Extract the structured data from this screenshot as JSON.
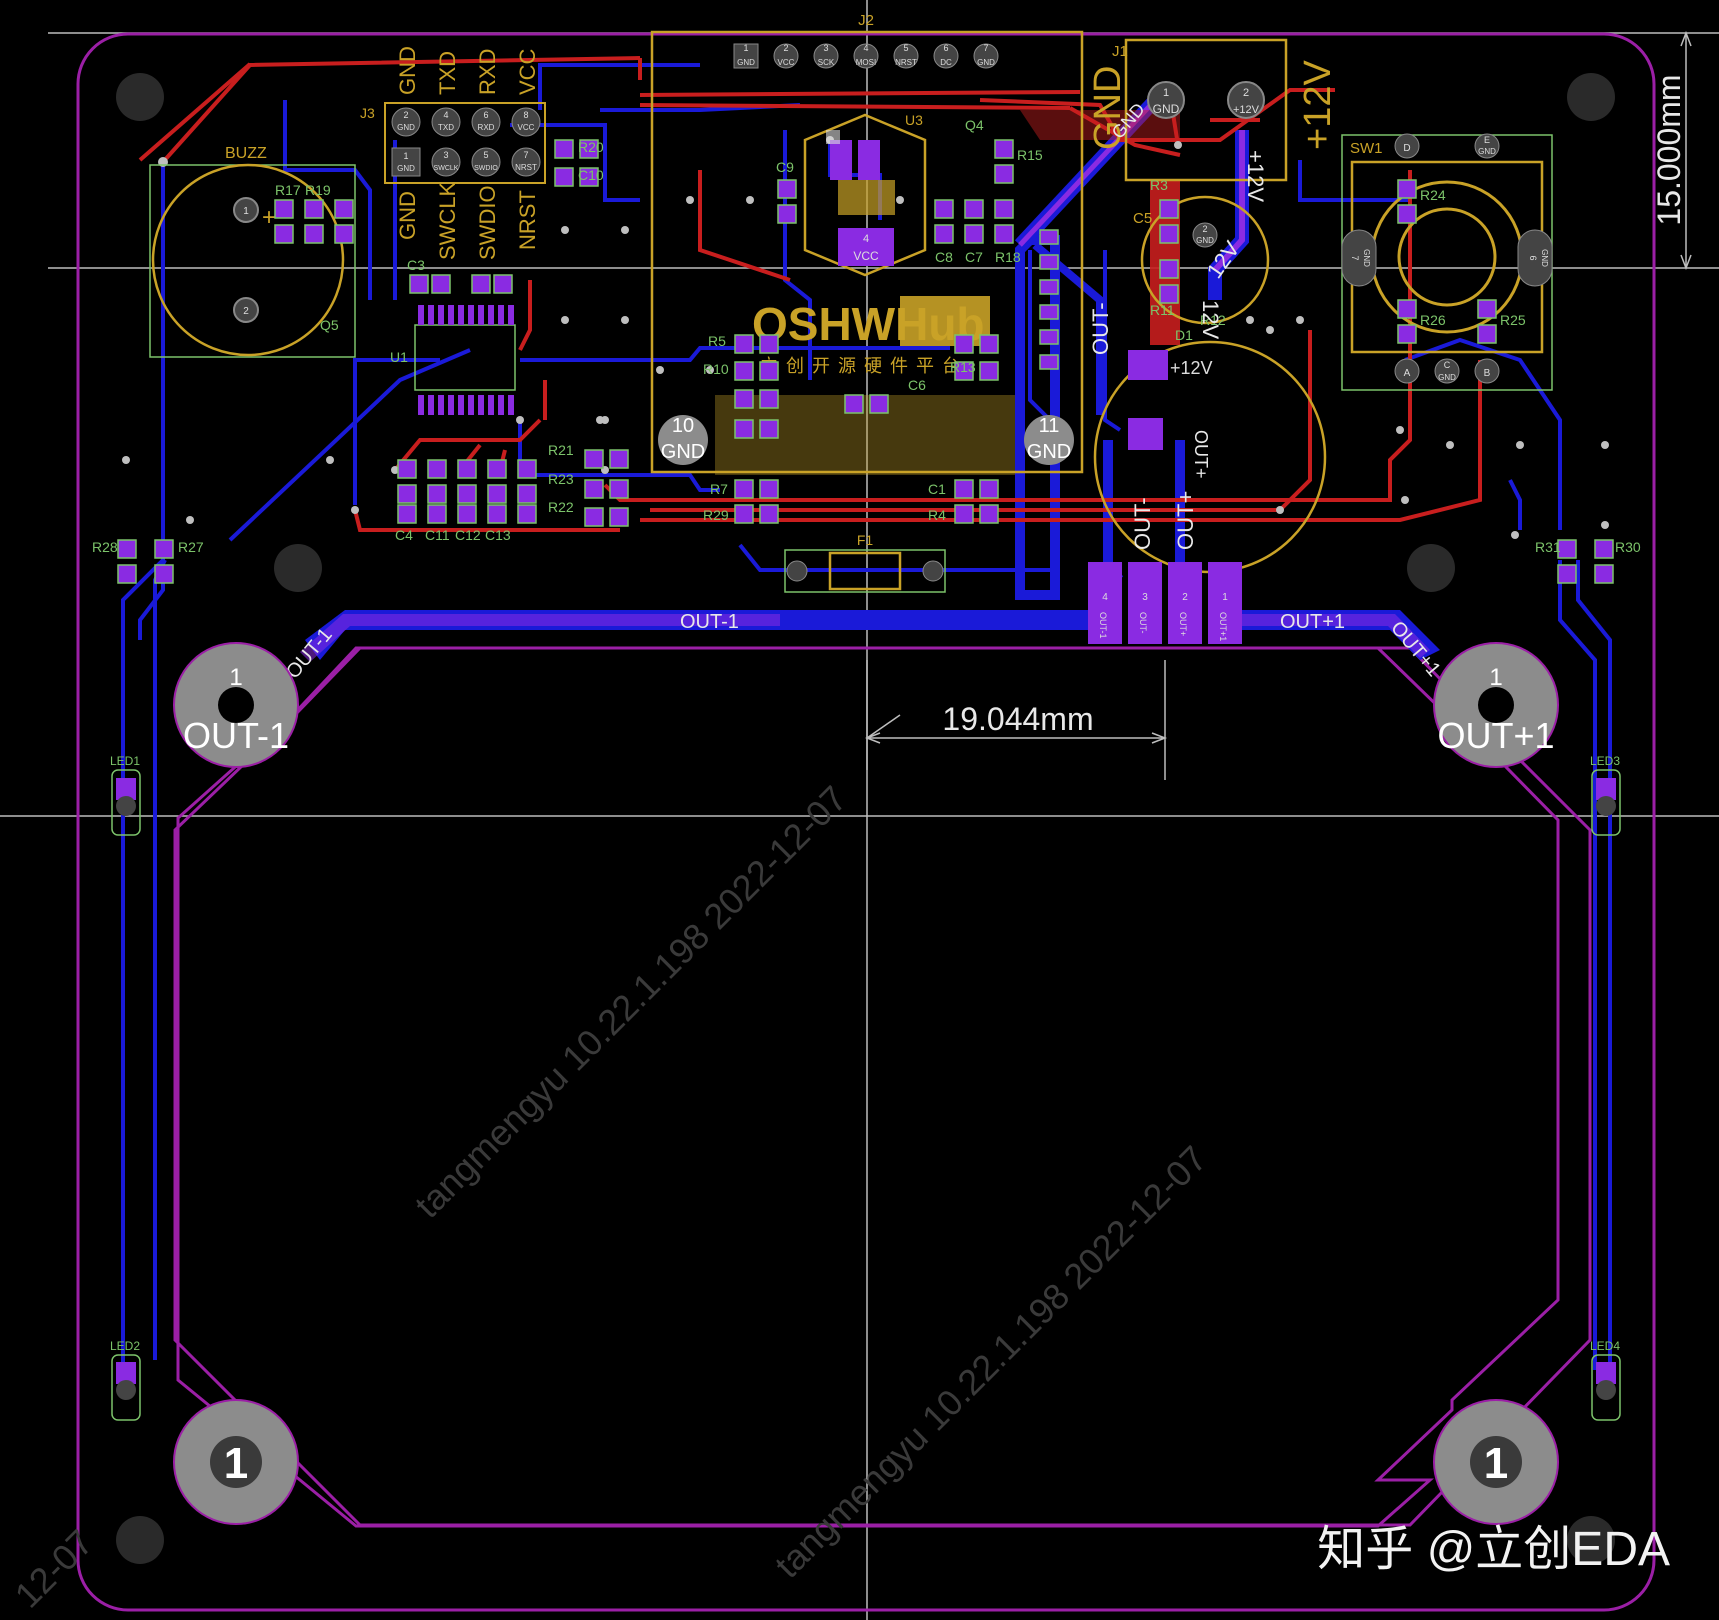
{
  "colors": {
    "background": "#000000",
    "outline": "#9b1fa6",
    "top_track": "#c81e1e",
    "bottom_track": "#1a1ad8",
    "pad": "#8a2be2",
    "silk": "#c9a227",
    "silk_bottom": "#7cc36a",
    "text_white": "#e8e8e8",
    "guide": "#bdbdbd",
    "mounting_pad": "#8c8c8c",
    "hole": "#2a2a2a"
  },
  "components": {
    "j2": {
      "ref": "J2",
      "pins": [
        "GND",
        "VCC",
        "SCK",
        "MOSI",
        "NRST",
        "DC",
        "GND"
      ]
    },
    "j1": {
      "ref": "J1",
      "pin1": "GND",
      "pin2": "+12V",
      "silk_gnd": "GND",
      "silk_12v": "+12V"
    },
    "j3": {
      "ref": "J3",
      "top_labels": [
        "GND",
        "TXD",
        "RXD",
        "VCC"
      ],
      "row1": [
        "GND",
        "TXD",
        "RXD",
        "VCC"
      ],
      "row1_nums": [
        "2",
        "4",
        "6",
        "8"
      ],
      "row2": [
        "GND",
        "SWCLK",
        "SWDIO",
        "NRST"
      ],
      "row2_nums": [
        "1",
        "3",
        "5",
        "7"
      ],
      "bottom_labels": [
        "GND",
        "SWCLK",
        "SWDIO",
        "NRST"
      ]
    },
    "buzz": {
      "ref": "BUZZ"
    },
    "sw1": {
      "ref": "SW1",
      "pins": {
        "D": "D",
        "E": "E",
        "E_net": "GND",
        "A": "A",
        "B": "B",
        "C": "C",
        "C_net": "GND",
        "left": "7",
        "left_net": "GND",
        "right": "6",
        "right_net": "GND"
      }
    },
    "u1": {
      "ref": "U1"
    },
    "u3": {
      "ref": "U3",
      "pin4": "4",
      "pin4_net": "VCC"
    },
    "logo": {
      "text": "OSHWHub",
      "chinese": "立创开源硬件平台"
    },
    "pad10": {
      "num": "10",
      "net": "GND"
    },
    "pad11": {
      "num": "11",
      "net": "GND"
    },
    "f1": {
      "ref": "F1"
    },
    "c5": {
      "ref": "C5",
      "net": "GND"
    },
    "out_pads": [
      {
        "num": "4",
        "net": "OUT-1"
      },
      {
        "num": "3",
        "net": "OUT-"
      },
      {
        "num": "2",
        "net": "OUT+"
      },
      {
        "num": "1",
        "net": "OUT+1"
      }
    ],
    "refs": [
      "R20",
      "C10",
      "C9",
      "C8",
      "C7",
      "C6",
      "Q4",
      "R15",
      "R18",
      "R17",
      "R19",
      "C3",
      "C4",
      "C11",
      "C12",
      "C13",
      "R21",
      "R23",
      "R22",
      "R5",
      "R10",
      "R7",
      "R29",
      "R4",
      "C1",
      "R28",
      "R27",
      "R31",
      "R30",
      "R26",
      "R25",
      "R24",
      "Q5",
      "D1",
      "R3",
      "R11",
      "R12",
      "R13"
    ],
    "leds": [
      "LED1",
      "LED2",
      "LED3",
      "LED4"
    ]
  },
  "nets": {
    "out_minus_1": "OUT-1",
    "out_plus_1": "OUT+1",
    "out_minus": "OUT-",
    "out_plus": "OUT+",
    "v12": "+12V",
    "v12_short": "12V",
    "gnd": "GND"
  },
  "mounting": [
    {
      "num": "1",
      "label": "OUT-1"
    },
    {
      "num": "1",
      "label": "OUT+1"
    },
    {
      "num": "1"
    },
    {
      "num": "1"
    }
  ],
  "dimensions": {
    "horizontal": "19.044mm",
    "vertical": "15.000mm"
  },
  "watermark": {
    "text": "tangmengyu 10.22.1.198 2022-12-07",
    "date_fragment": "12-07"
  },
  "brand": "知乎 @立创EDA"
}
